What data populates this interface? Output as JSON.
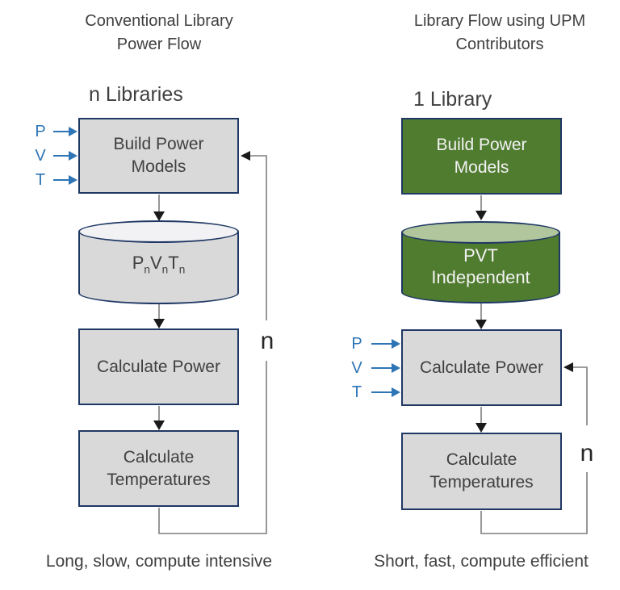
{
  "colors": {
    "box_fill": "#d9d9d9",
    "box_border": "#1f3864",
    "box_text": "#404040",
    "heading": "#404040",
    "green_fill": "#507c30",
    "green_top": "#b2c69d",
    "green_text": "#f2f2f2",
    "gray_top": "#f2f2f4",
    "blue": "#2e75b6",
    "line": "#7f7f7f",
    "arrow": "#1a1a1a",
    "n_text": "#262626"
  },
  "icons": {
    "arrow_down": "filled-triangle-down",
    "arrow_left": "filled-triangle-left",
    "arrow_right": "filled-triangle-right"
  },
  "left": {
    "title_lines": [
      "Conventional Library",
      "Power Flow"
    ],
    "count_label": "n Libraries",
    "inputs": [
      "P",
      "V",
      "T"
    ],
    "boxes": {
      "build": "Build Power Models",
      "calc_power": "Calculate Power",
      "calc_temp": "Calculate Temperatures"
    },
    "cylinder": {
      "parts": [
        {
          "base": "P",
          "sub": "n"
        },
        {
          "base": "V",
          "sub": "n"
        },
        {
          "base": "T",
          "sub": "n"
        }
      ]
    },
    "loop_label": "n",
    "caption": "Long, slow, compute intensive"
  },
  "right": {
    "title_lines": [
      "Library Flow using UPM",
      "Contributors"
    ],
    "count_label": "1 Library",
    "inputs": [
      "P",
      "V",
      "T"
    ],
    "boxes": {
      "build": "Build Power Models",
      "calc_power": "Calculate Power",
      "calc_temp": "Calculate Temperatures"
    },
    "cylinder_label": "PVT Independent",
    "loop_label": "n",
    "caption": "Short, fast, compute efficient"
  }
}
